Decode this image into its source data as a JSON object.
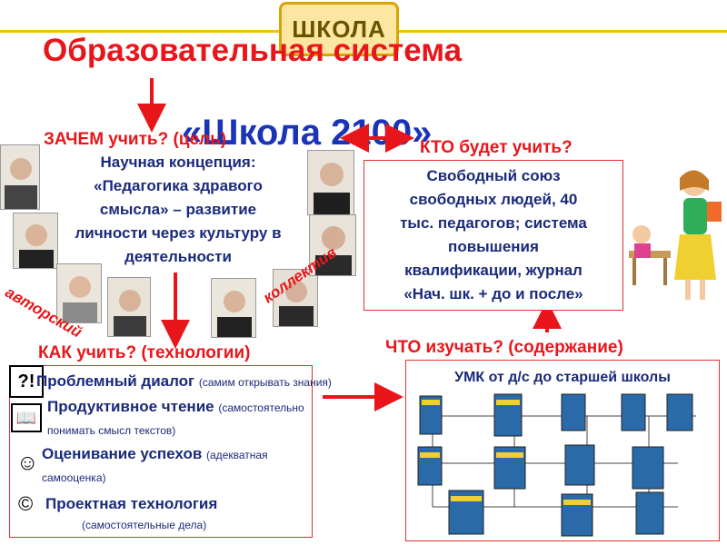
{
  "header": {
    "logo_text": "ШКОЛА",
    "title": "Образовательная система",
    "subtitle": "«Школа 2100»"
  },
  "why": {
    "heading": "ЗАЧЕМ учить? (цель)",
    "lines": [
      "Научная концепция:",
      "«Педагогика здравого",
      "смысла» – развитие",
      "личности через культуру в",
      "деятельности"
    ]
  },
  "who": {
    "heading": "КТО будет учить?",
    "lines": [
      "Свободный союз",
      "свободных людей, 40",
      "тыс. педагогов; система",
      "повышения",
      "квалификации, журнал",
      "«Нач. шк. + до и после»"
    ]
  },
  "how": {
    "heading": "КАК учить? (технологии)",
    "items": [
      {
        "icon": "?!",
        "main": "Проблемный диалог",
        "note": "(самим открывать знания)"
      },
      {
        "icon": "📖",
        "main": "Продуктивное чтение",
        "note": "(самостоятельно понимать смысл текстов)"
      },
      {
        "icon": "☺",
        "main": "Оценивание успехов",
        "note": "(адекватная самооценка)"
      },
      {
        "icon": "©",
        "main": "Проектная технология",
        "note": "(самостоятельные дела)"
      }
    ]
  },
  "what": {
    "heading": "ЧТО изучать? (содержание)",
    "box_title": "УМК от д/с до старшей школы"
  },
  "stamps": {
    "left": "авторский",
    "right": "коллектив"
  },
  "colors": {
    "accent_red": "#e8161a",
    "text_blue": "#1a2a7a",
    "title_blue": "#1a34b8",
    "gold": "#f2c200"
  }
}
